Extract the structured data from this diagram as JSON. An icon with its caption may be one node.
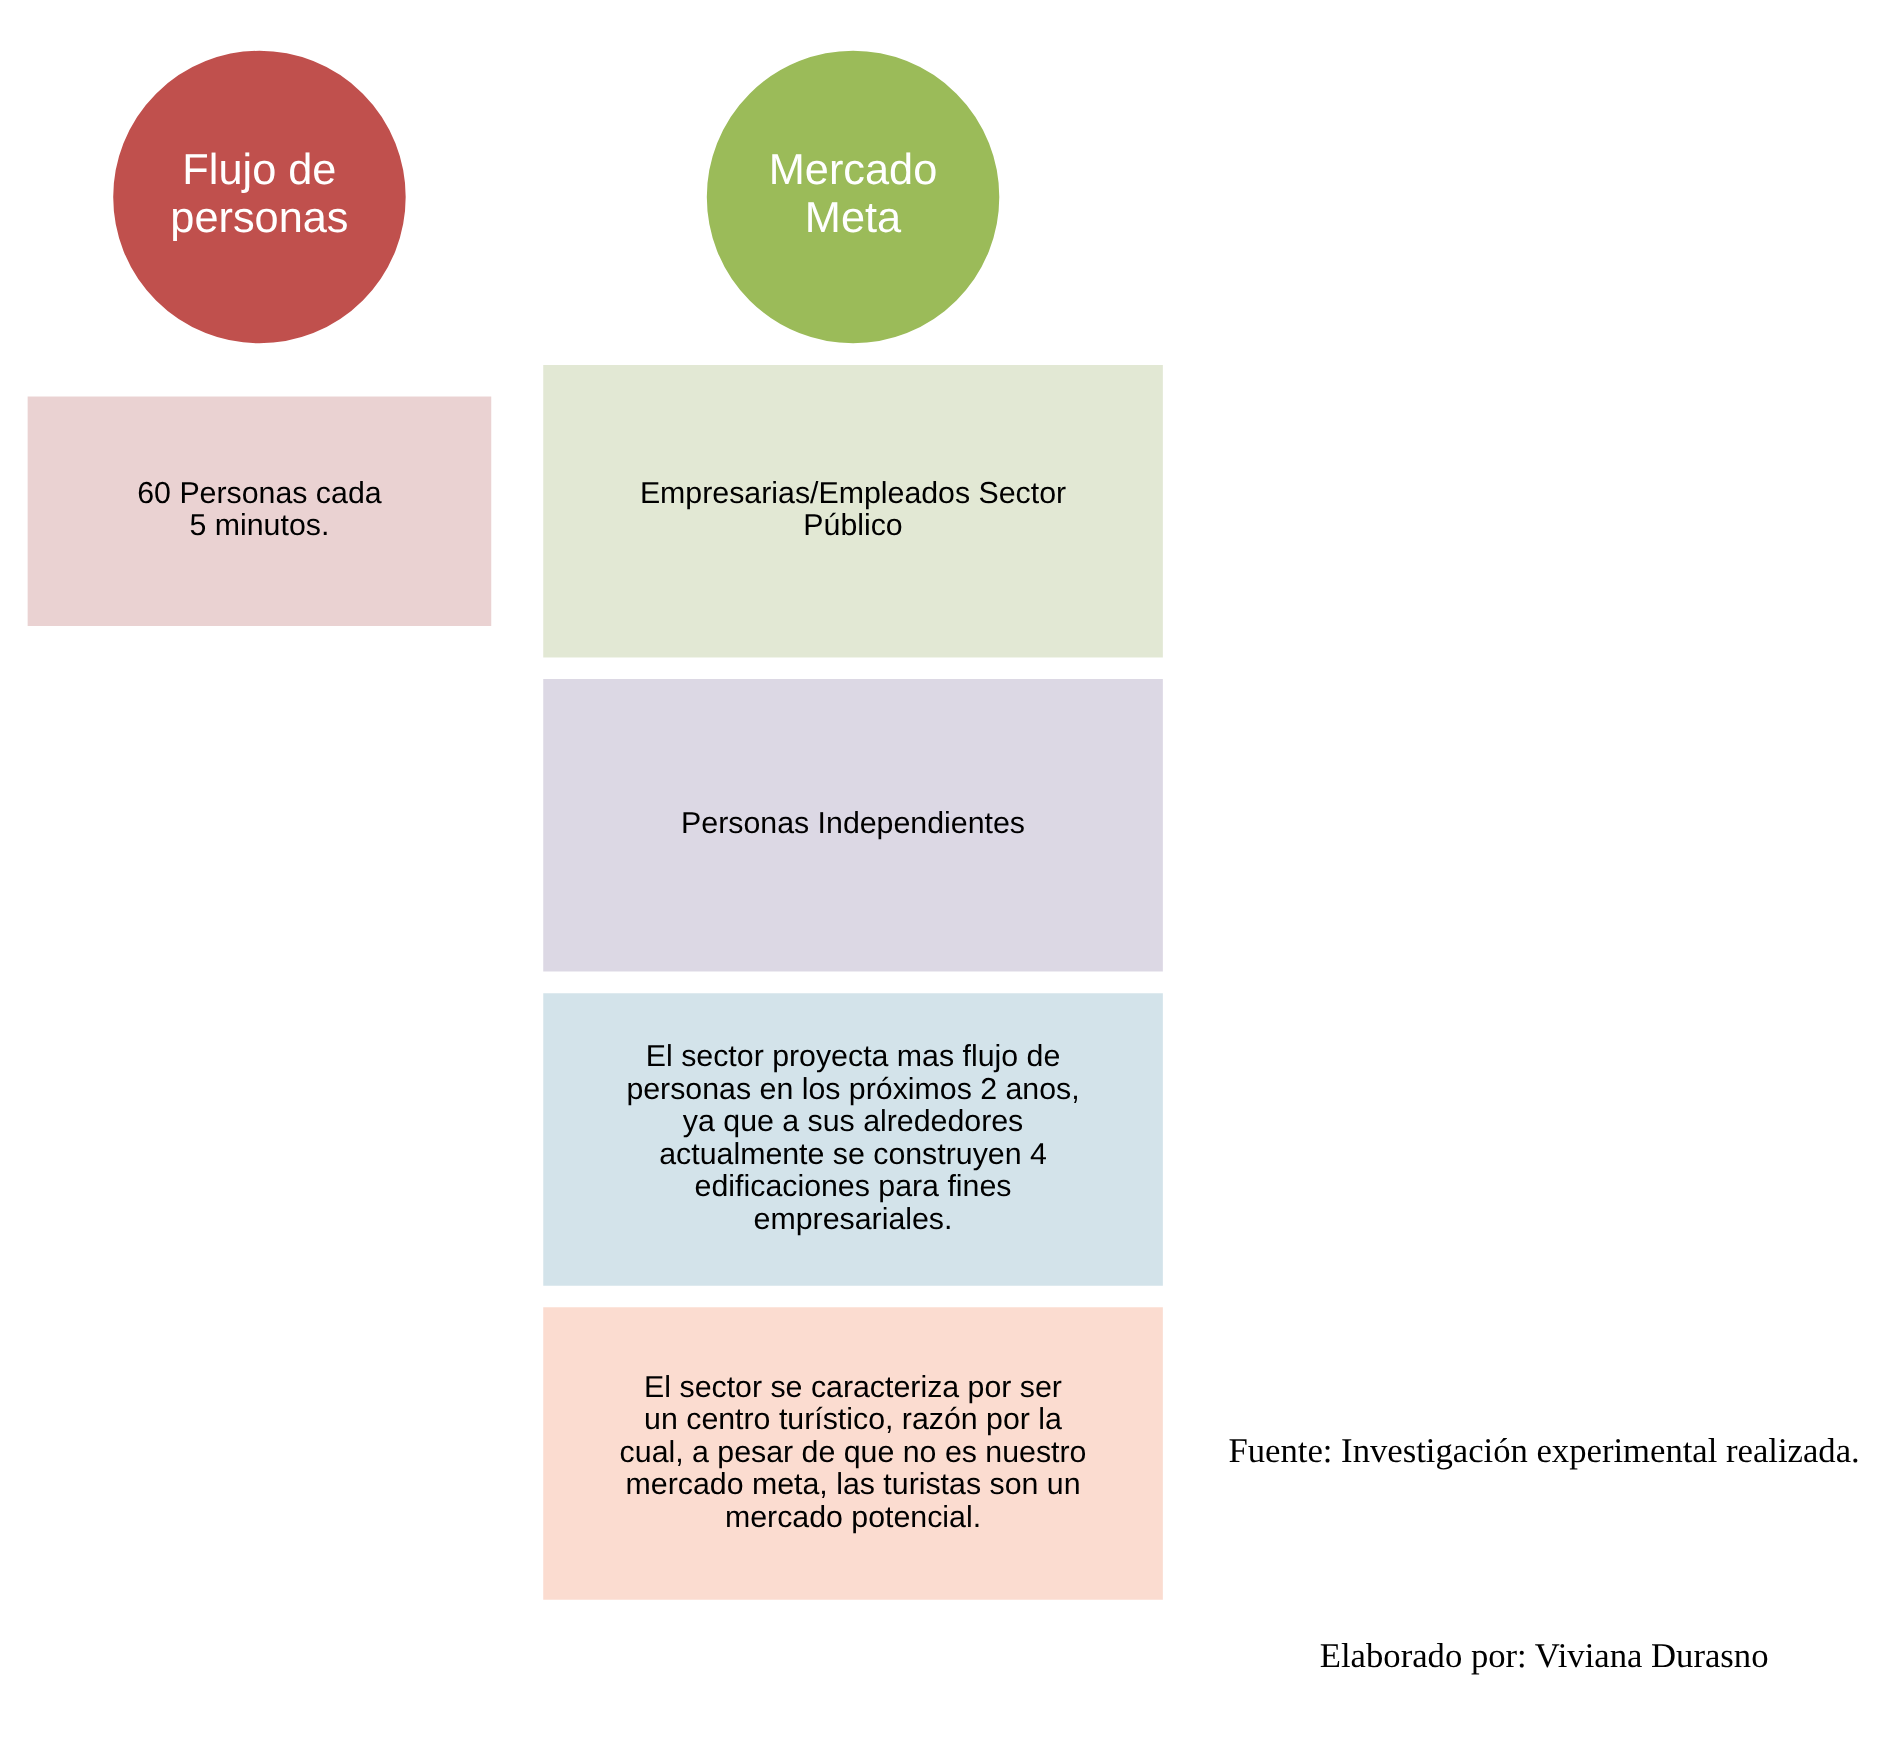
{
  "diagram": {
    "nodes": [
      {
        "text": [
          "Flujo de personas"
        ]
      },
      {
        "text": [
          "60 Personas cada 5 minutos."
        ]
      },
      {
        "text": [
          "Mercado Meta"
        ]
      },
      {
        "text": [
          "Empresarias/Empleados Sector Público"
        ]
      },
      {
        "text": [
          "Personas Independientes"
        ]
      },
      {
        "text": [
          "El sector proyecta mas flujo de personas en los próximos 2 anos, ya que a sus alrededores actualmente se construyen 4 edificaciones para fines empresariales."
        ]
      },
      {
        "text": [
          "El sector se caracteriza por ser un centro turístico, razón por la cual, a pesar de que no es nuestro mercado meta, las turistas son un mercado potencial."
        ]
      }
    ],
    "edges": [],
    "labels": [
      "Fuente: Investigación experimental realizada.",
      "Elaborado por: Viviana Durasno"
    ]
  }
}
